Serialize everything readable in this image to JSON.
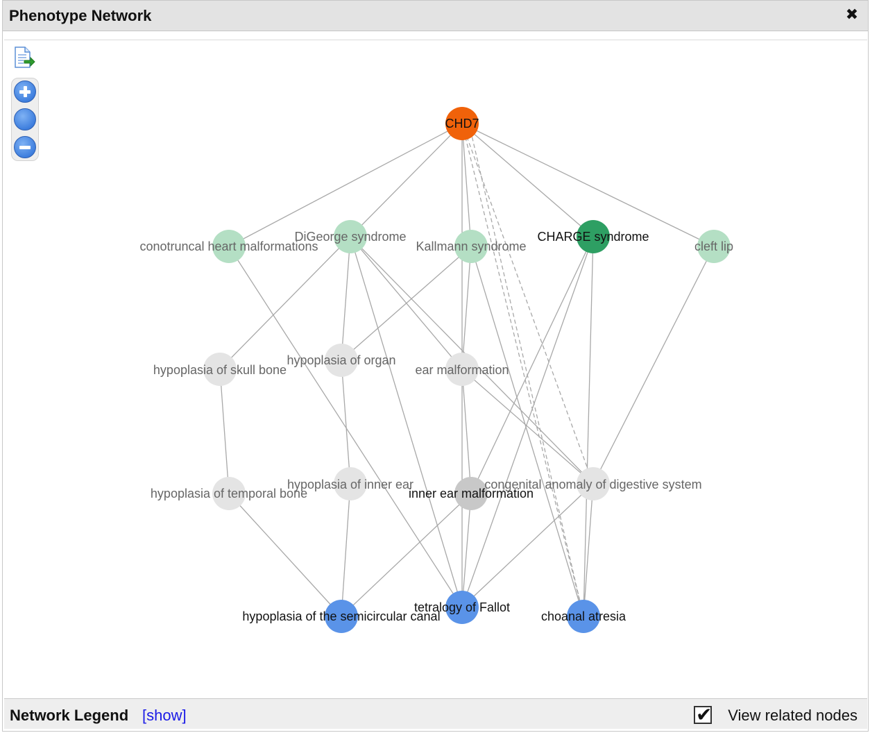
{
  "panel": {
    "title": "Phenotype Network",
    "close_glyph": "✖"
  },
  "toolbar": {
    "export_icon": "document-export-icon",
    "zoom_in_icon": "plus-icon",
    "zoom_fit_icon": "circle-icon",
    "zoom_out_icon": "minus-icon"
  },
  "network": {
    "colors": {
      "gene": "#f0620a",
      "selected_disease": "#2e9f63",
      "disease": "#b4dfc4",
      "related_phenotype": "#e4e4e4",
      "selected_phenotype": "#c8c8c8",
      "query_phenotype": "#5a93e8",
      "edge": "#a8a8a8",
      "label_dark": "#111111",
      "label_muted": "#666666"
    },
    "nodes": [
      {
        "id": "chd7",
        "label": "CHD7",
        "type": "gene"
      },
      {
        "id": "conotruncal",
        "label": "conotruncal heart malformations",
        "type": "disease"
      },
      {
        "id": "digeorge",
        "label": "DiGeorge syndrome",
        "type": "disease"
      },
      {
        "id": "kallmann",
        "label": "Kallmann syndrome",
        "type": "disease"
      },
      {
        "id": "charge",
        "label": "CHARGE syndrome",
        "type": "selected_disease"
      },
      {
        "id": "cleft",
        "label": "cleft lip",
        "type": "disease"
      },
      {
        "id": "skull",
        "label": "hypoplasia of skull bone",
        "type": "related_phenotype"
      },
      {
        "id": "organ",
        "label": "hypoplasia of organ",
        "type": "related_phenotype"
      },
      {
        "id": "earmal",
        "label": "ear malformation",
        "type": "related_phenotype"
      },
      {
        "id": "temporal",
        "label": "hypoplasia of temporal bone",
        "type": "related_phenotype"
      },
      {
        "id": "innerhyp",
        "label": "hypoplasia of inner ear",
        "type": "related_phenotype"
      },
      {
        "id": "innermal",
        "label": "inner ear malformation",
        "type": "selected_phenotype"
      },
      {
        "id": "digestive",
        "label": "congenital anomaly of digestive system",
        "type": "related_phenotype"
      },
      {
        "id": "semicircular",
        "label": "hypoplasia of the semicircular canal",
        "type": "query_phenotype"
      },
      {
        "id": "fallot",
        "label": "tetralogy of Fallot",
        "type": "query_phenotype"
      },
      {
        "id": "choanal",
        "label": "choanal atresia",
        "type": "query_phenotype"
      }
    ],
    "edges": [
      {
        "from": "chd7",
        "to": "conotruncal",
        "style": "solid"
      },
      {
        "from": "chd7",
        "to": "digeorge",
        "style": "solid"
      },
      {
        "from": "chd7",
        "to": "kallmann",
        "style": "solid"
      },
      {
        "from": "chd7",
        "to": "charge",
        "style": "solid"
      },
      {
        "from": "chd7",
        "to": "cleft",
        "style": "solid"
      },
      {
        "from": "chd7",
        "to": "earmal",
        "style": "solid"
      },
      {
        "from": "chd7",
        "to": "digestive",
        "style": "dashed"
      },
      {
        "from": "chd7",
        "to": "choanal",
        "style": "dashed"
      },
      {
        "from": "chd7",
        "to": "choanal",
        "style": "dashed"
      },
      {
        "from": "conotruncal",
        "to": "fallot",
        "style": "solid"
      },
      {
        "from": "digeorge",
        "to": "skull",
        "style": "solid"
      },
      {
        "from": "digeorge",
        "to": "organ",
        "style": "solid"
      },
      {
        "from": "digeorge",
        "to": "earmal",
        "style": "solid"
      },
      {
        "from": "digeorge",
        "to": "digestive",
        "style": "solid"
      },
      {
        "from": "digeorge",
        "to": "fallot",
        "style": "solid"
      },
      {
        "from": "kallmann",
        "to": "organ",
        "style": "solid"
      },
      {
        "from": "kallmann",
        "to": "earmal",
        "style": "solid"
      },
      {
        "from": "kallmann",
        "to": "choanal",
        "style": "solid"
      },
      {
        "from": "charge",
        "to": "innermal",
        "style": "solid"
      },
      {
        "from": "charge",
        "to": "fallot",
        "style": "solid"
      },
      {
        "from": "charge",
        "to": "choanal",
        "style": "solid"
      },
      {
        "from": "cleft",
        "to": "digestive",
        "style": "solid"
      },
      {
        "from": "skull",
        "to": "temporal",
        "style": "solid"
      },
      {
        "from": "organ",
        "to": "innerhyp",
        "style": "solid"
      },
      {
        "from": "earmal",
        "to": "innermal",
        "style": "solid"
      },
      {
        "from": "earmal",
        "to": "digestive",
        "style": "solid"
      },
      {
        "from": "earmal",
        "to": "fallot",
        "style": "solid"
      },
      {
        "from": "temporal",
        "to": "semicircular",
        "style": "solid"
      },
      {
        "from": "innerhyp",
        "to": "semicircular",
        "style": "solid"
      },
      {
        "from": "innermal",
        "to": "semicircular",
        "style": "solid"
      },
      {
        "from": "innermal",
        "to": "fallot",
        "style": "solid"
      },
      {
        "from": "digestive",
        "to": "fallot",
        "style": "solid"
      },
      {
        "from": "digestive",
        "to": "choanal",
        "style": "solid"
      }
    ]
  },
  "legend": {
    "title": "Network Legend",
    "toggle_link": "[show]"
  },
  "related_nodes": {
    "label": "View related nodes",
    "checked": true,
    "check_glyph": "✔"
  }
}
